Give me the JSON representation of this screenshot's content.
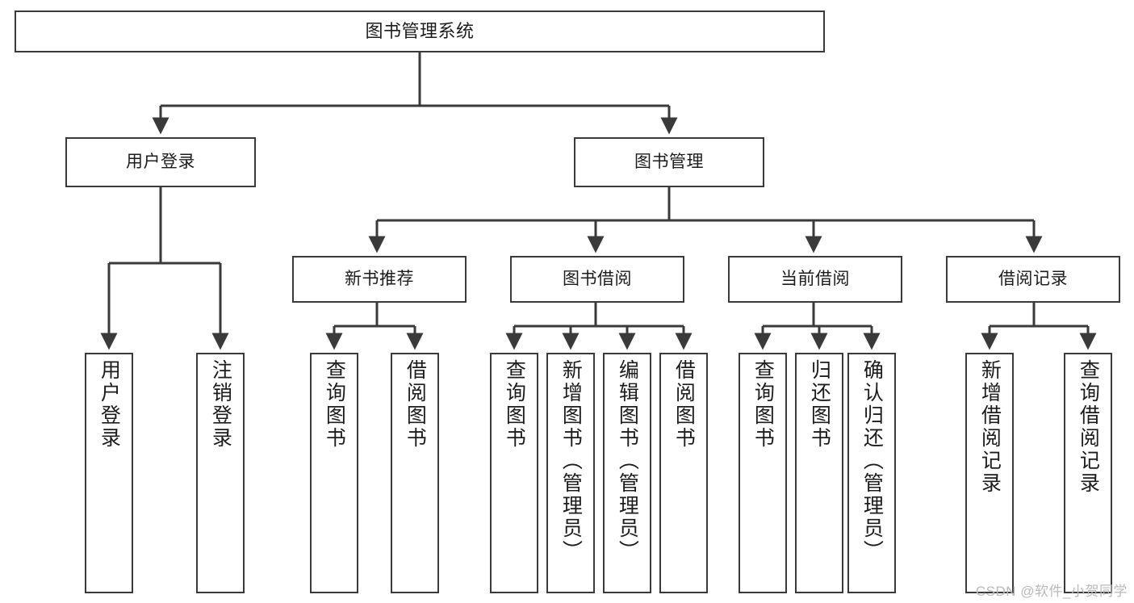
{
  "diagram": {
    "title": "图书管理系统",
    "type": "功能结构图",
    "watermark": "CSDN @软件_小贺同学",
    "colors": {
      "node_border": "#3a3a3a",
      "node_fill": "#ffffff",
      "edge": "#3a3a3a",
      "text": "#1c1c1c",
      "watermark": "#b9b9b9",
      "background": "#ffffff"
    }
  },
  "nodes": {
    "root": {
      "label": "图书管理系统"
    },
    "level2": [
      {
        "id": "user-login",
        "label": "用户登录"
      },
      {
        "id": "book-manage",
        "label": "图书管理"
      }
    ],
    "level3": [
      {
        "id": "new-book-recommend",
        "label": "新书推荐"
      },
      {
        "id": "book-borrow",
        "label": "图书借阅"
      },
      {
        "id": "current-borrow",
        "label": "当前借阅"
      },
      {
        "id": "borrow-record",
        "label": "借阅记录"
      }
    ],
    "leaves": {
      "user-login": [
        {
          "id": "leaf-user-login",
          "label": "用户登录"
        },
        {
          "id": "leaf-user-logout",
          "label": "注销登录"
        }
      ],
      "new-book-recommend": [
        {
          "id": "leaf-query-book-1",
          "label": "查询图书"
        },
        {
          "id": "leaf-borrow-book-1",
          "label": "借阅图书"
        }
      ],
      "book-borrow": [
        {
          "id": "leaf-query-book-2",
          "label": "查询图书"
        },
        {
          "id": "leaf-add-book",
          "label": "新增图书（管理员）"
        },
        {
          "id": "leaf-edit-book",
          "label": "编辑图书（管理员）"
        },
        {
          "id": "leaf-borrow-book-2",
          "label": "借阅图书"
        }
      ],
      "current-borrow": [
        {
          "id": "leaf-query-book-3",
          "label": "查询图书"
        },
        {
          "id": "leaf-return-book",
          "label": "归还图书"
        },
        {
          "id": "leaf-confirm-return",
          "label": "确认归还（管理员）"
        }
      ],
      "borrow-record": [
        {
          "id": "leaf-add-record",
          "label": "新增借阅记录"
        },
        {
          "id": "leaf-query-record",
          "label": "查询借阅记录"
        }
      ]
    }
  }
}
